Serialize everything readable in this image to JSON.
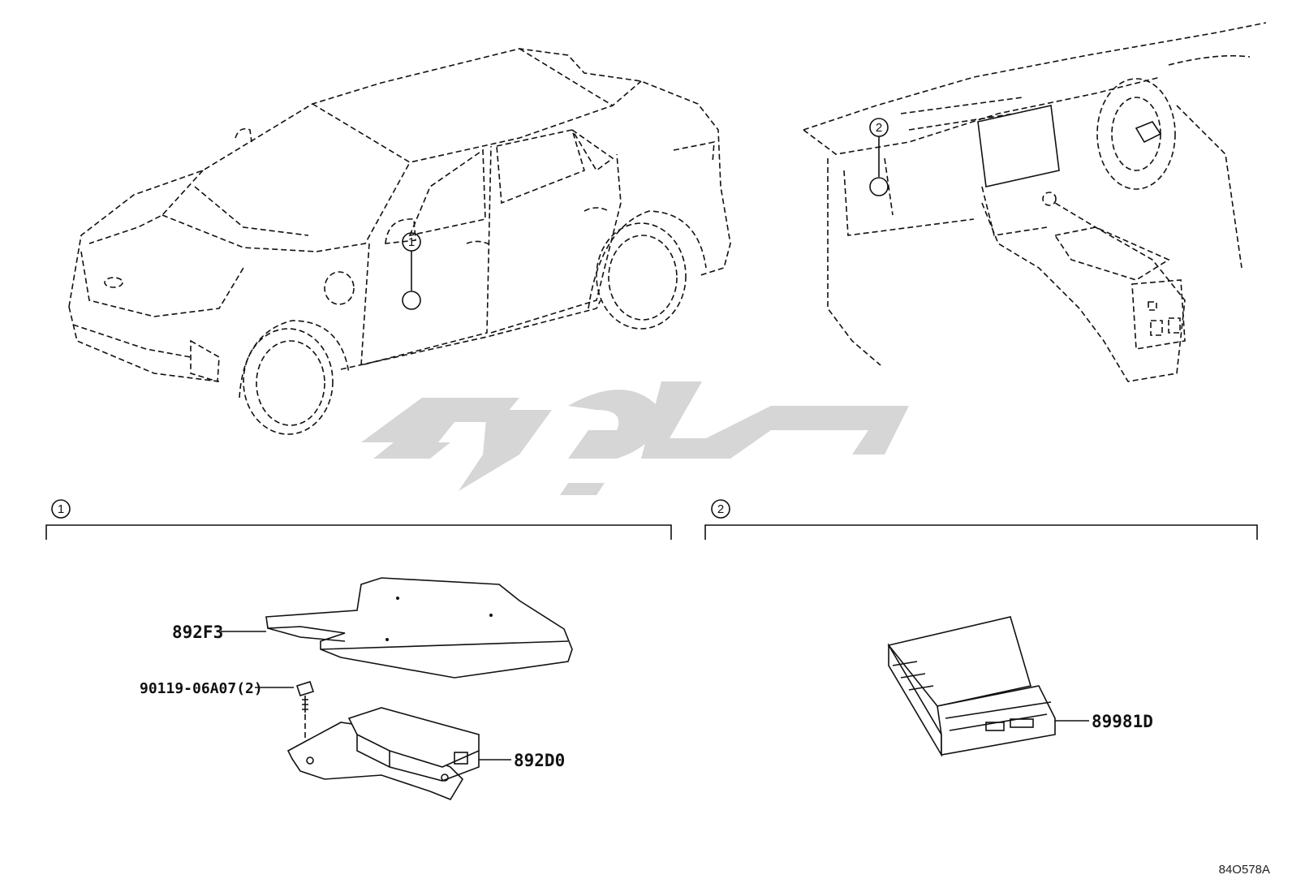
{
  "diagram": {
    "drawing_id": "84O578A",
    "watermark_text": "تویوپارت",
    "location_callouts": [
      {
        "number": "1"
      },
      {
        "number": "2"
      }
    ],
    "sections": [
      {
        "number": "1",
        "parts": [
          {
            "code": "892F3"
          },
          {
            "code": "90119-06A07(2)"
          },
          {
            "code": "892D0"
          }
        ]
      },
      {
        "number": "2",
        "parts": [
          {
            "code": "89981D"
          }
        ]
      }
    ]
  }
}
